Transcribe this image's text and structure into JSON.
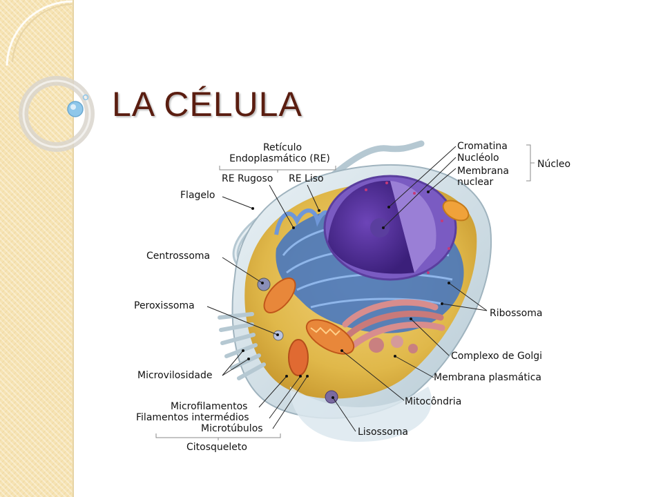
{
  "slide": {
    "title": "LA CÉLULA"
  },
  "diagram": {
    "labels": {
      "reticulo": "Retículo",
      "endoplasmatico": "Endoplasmático (RE)",
      "re_rugoso": "RE Rugoso",
      "re_liso": "RE Liso",
      "flagelo": "Flagelo",
      "centrossoma": "Centrossoma",
      "peroxissoma": "Peroxissoma",
      "microvilosidade": "Microvilosidade",
      "microfilamentos": "Microfilamentos",
      "filamentos_intermedios": "Filamentos intermédios",
      "microtubulos": "Microtúbulos",
      "citosqueleto": "Citosqueleto",
      "cromatina": "Cromatina",
      "nucleolo": "Nucléolo",
      "membrana": "Membrana",
      "nuclear": "nuclear",
      "nucleo": "Núcleo",
      "ribossoma": "Ribossoma",
      "complexo_golgi": "Complexo de Golgi",
      "membrana_plasmatica": "Membrana plasmática",
      "mitocondria": "Mitocôndria",
      "lisossoma": "Lisossoma"
    }
  }
}
